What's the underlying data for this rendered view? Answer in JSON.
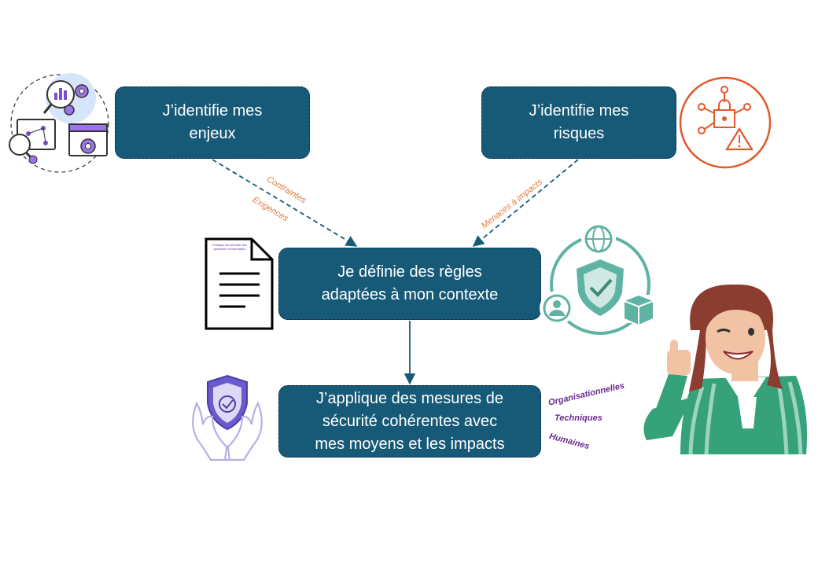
{
  "boxes": {
    "enjeux": "J’identifie mes\nenjeux",
    "risques": "J’identifie mes\nrisques",
    "regles": "Je définie des règles\nadaptées à mon contexte",
    "mesures": "J’applique des mesures de\nsécurité cohérentes avec\nmes moyens et les impacts"
  },
  "edge_labels": {
    "contraintes": "Contraintes",
    "exigences": "Exigences",
    "menaces": "Menaces à impacts"
  },
  "categories": {
    "organisationnelles": "Organisationnelles",
    "techniques": "Techniques",
    "humaines": "Humaines"
  },
  "document": {
    "title_line1": "Politique de sécurité des",
    "title_line2": "systèmes d’information"
  },
  "colors": {
    "box_fill": "#175a78",
    "box_border": "#0c3044",
    "edge_label": "#e07b39",
    "category_label": "#6a2a8e",
    "risk_icon": "#e05a2b",
    "teal_icon": "#5fb3a3",
    "purple_icon": "#7a4fd1"
  },
  "icons": {
    "top_left": "analytics-gears-icon",
    "top_right": "network-lock-warning-icon",
    "document": "document-icon",
    "security": "shield-globe-user-icon",
    "hands": "hands-shield-icon",
    "character": "woman-thumbs-up-illustration"
  }
}
